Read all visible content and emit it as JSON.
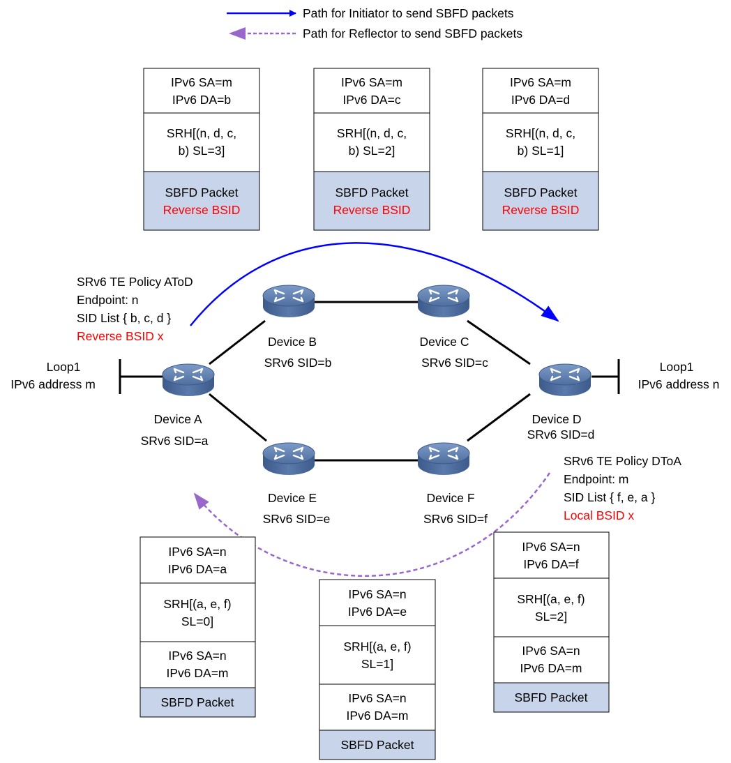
{
  "legend": {
    "initiator": "Path for Initiator to send SBFD packets",
    "reflector": "Path for Reflector to send SBFD packets"
  },
  "colors": {
    "initiator_path": "#0000ff",
    "reflector_path": "#9966cc",
    "highlight_text": "#ff0000",
    "packet_fill": "#c8d4ea",
    "device_icon": "#4a6a9e"
  },
  "icons": {
    "device": "router-icon",
    "loopback": "loopback-interface-icon"
  },
  "top_packets": [
    {
      "sa": "IPv6 SA=m",
      "da": "IPv6 DA=b",
      "srh1": "SRH[(n, d, c,",
      "srh2": "b) SL=3]",
      "payload": "SBFD Packet",
      "bsid": "Reverse BSID"
    },
    {
      "sa": "IPv6 SA=m",
      "da": "IPv6 DA=c",
      "srh1": "SRH[(n, d, c,",
      "srh2": "b) SL=2]",
      "payload": "SBFD Packet",
      "bsid": "Reverse BSID"
    },
    {
      "sa": "IPv6 SA=m",
      "da": "IPv6 DA=d",
      "srh1": "SRH[(n, d, c,",
      "srh2": "b) SL=1]",
      "payload": "SBFD Packet",
      "bsid": "Reverse BSID"
    }
  ],
  "bottom_packets": [
    {
      "sa": "IPv6 SA=n",
      "da": "IPv6 DA=a",
      "srh1": "SRH[(a, e, f)",
      "srh2": "SL=0]",
      "inner_sa": "IPv6 SA=n",
      "inner_da": "IPv6 DA=m",
      "payload": "SBFD Packet"
    },
    {
      "sa": "IPv6 SA=n",
      "da": "IPv6 DA=e",
      "srh1": "SRH[(a, e, f)",
      "srh2": "SL=1]",
      "inner_sa": "IPv6 SA=n",
      "inner_da": "IPv6 DA=m",
      "payload": "SBFD Packet"
    },
    {
      "sa": "IPv6 SA=n",
      "da": "IPv6 DA=f",
      "srh1": "SRH[(a, e, f)",
      "srh2": "SL=2]",
      "inner_sa": "IPv6 SA=n",
      "inner_da": "IPv6 DA=m",
      "payload": "SBFD Packet"
    }
  ],
  "policy_atod": {
    "name": "SRv6 TE Policy AToD",
    "endpoint": "Endpoint: n",
    "sid_list": "SID List { b, c, d }",
    "bsid": "Reverse BSID x"
  },
  "policy_dtoa": {
    "name": "SRv6 TE Policy DToA",
    "endpoint": "Endpoint: m",
    "sid_list": "SID List { f, e, a }",
    "bsid": "Local BSID x"
  },
  "devices": {
    "a": {
      "name": "Device A",
      "sid": "SRv6 SID=a"
    },
    "b": {
      "name": "Device B",
      "sid": "SRv6 SID=b"
    },
    "c": {
      "name": "Device C",
      "sid": "SRv6 SID=c"
    },
    "d": {
      "name": "Device D",
      "sid": "SRv6 SID=d"
    },
    "e": {
      "name": "Device E",
      "sid": "SRv6 SID=e"
    },
    "f": {
      "name": "Device F",
      "sid": "SRv6 SID=f"
    }
  },
  "loopbacks": {
    "left": {
      "name": "Loop1",
      "address": "IPv6 address m"
    },
    "right": {
      "name": "Loop1",
      "address": "IPv6 address n"
    }
  }
}
